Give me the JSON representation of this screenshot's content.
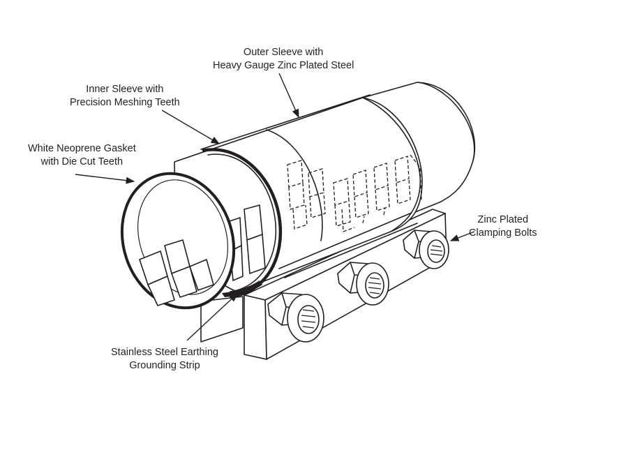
{
  "labels": {
    "outer_sleeve": {
      "line1": "Outer Sleeve with",
      "line2": "Heavy Gauge Zinc Plated Steel"
    },
    "inner_sleeve": {
      "line1": "Inner Sleeve with",
      "line2": "Precision Meshing Teeth"
    },
    "gasket": {
      "line1": "White Neoprene Gasket",
      "line2": "with Die Cut Teeth"
    },
    "bolts": {
      "line1": "Zinc Plated",
      "line2": "Clamping Bolts"
    },
    "strip": {
      "line1": "Stainless Steel Earthing",
      "line2": "Grounding Strip"
    }
  },
  "colors": {
    "line": "#231f20",
    "background": "#ffffff"
  }
}
